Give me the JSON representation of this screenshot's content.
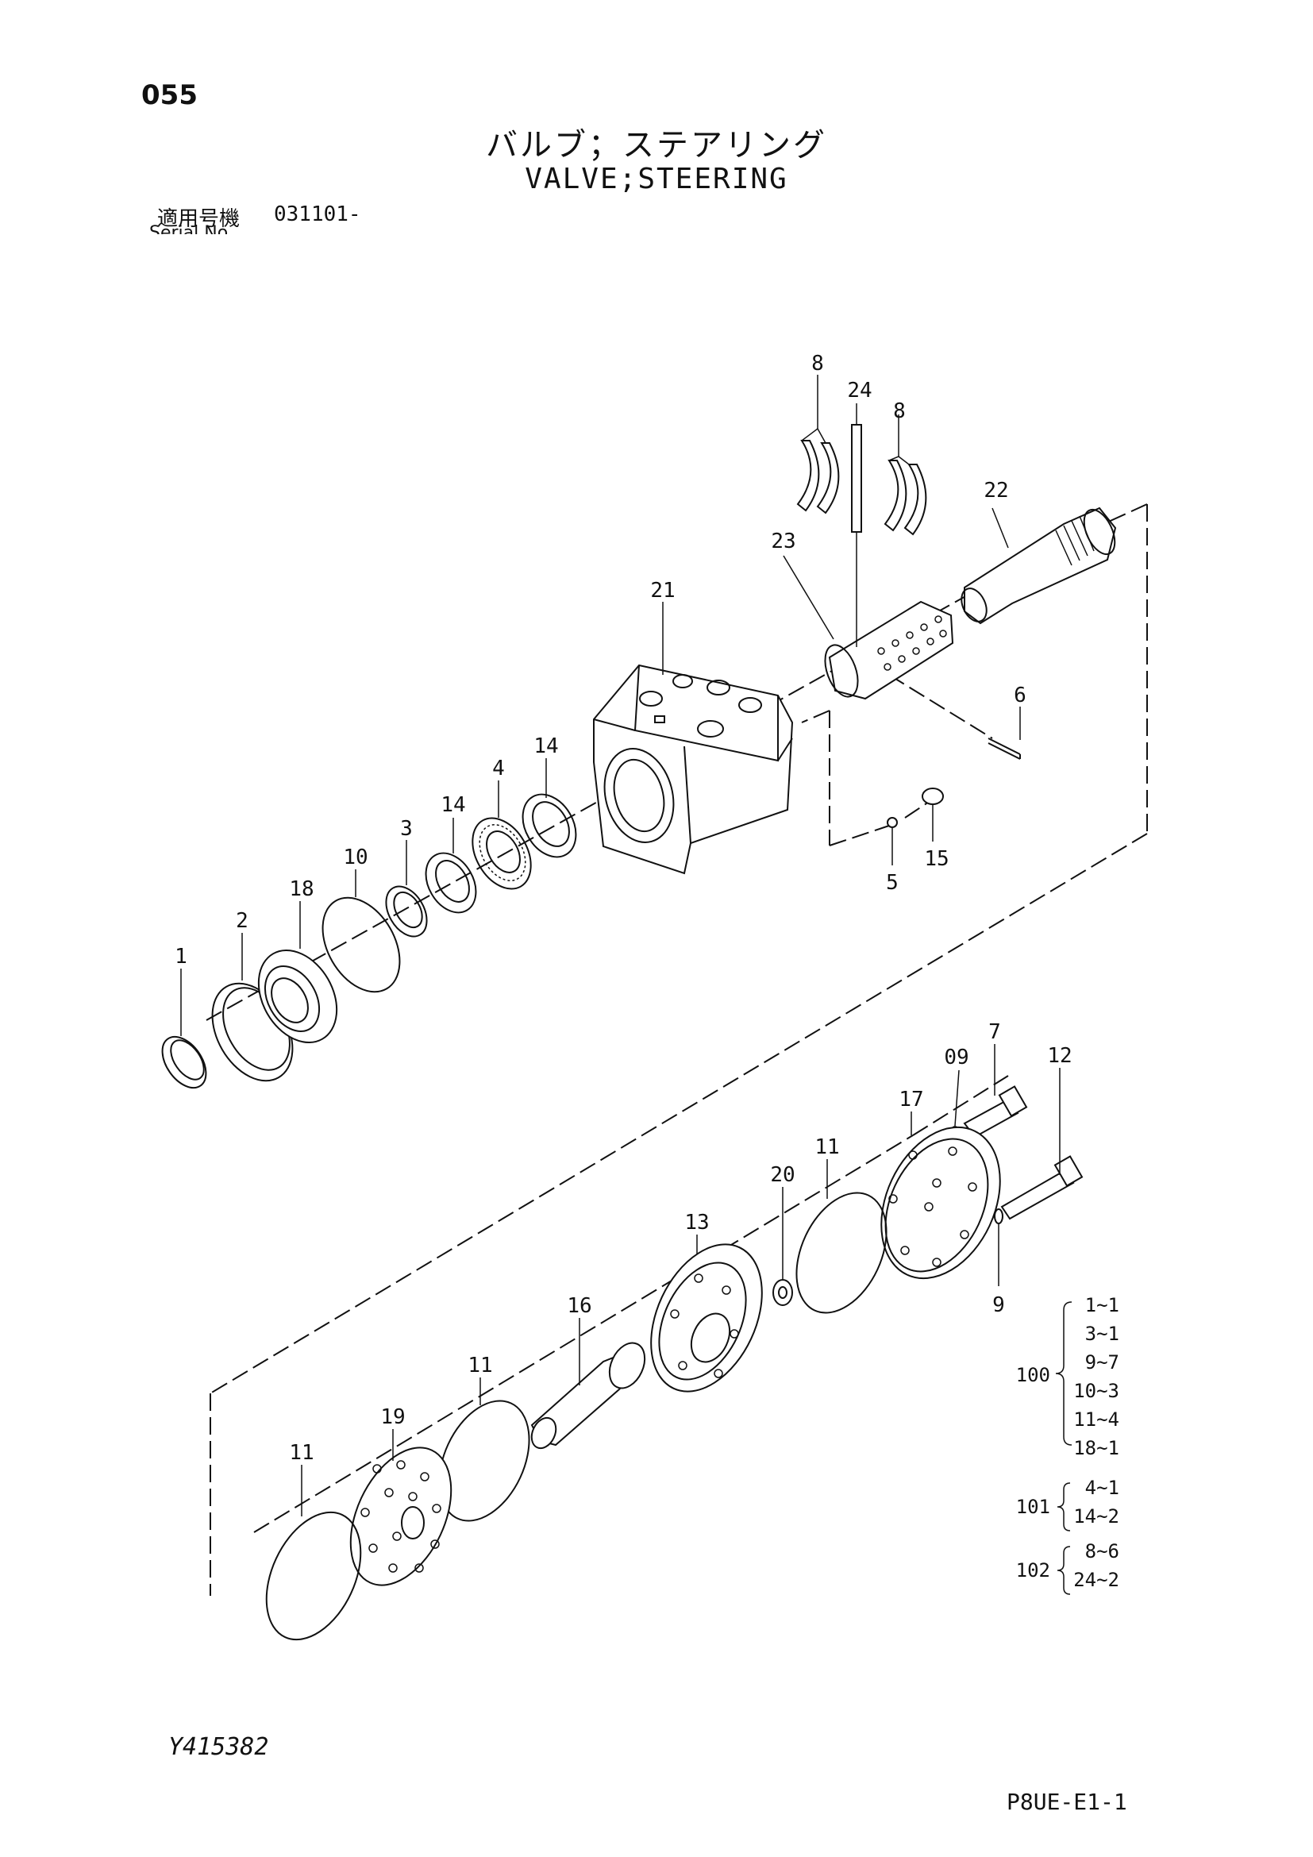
{
  "header": {
    "page_number": "055",
    "title_jp": "バルブ；ステアリング",
    "title_en": "VALVE;STEERING",
    "serial_label": "適用号機",
    "serial_value": "031101-",
    "serial_sublabel": "Serial No."
  },
  "callouts": [
    "8",
    "24",
    "8",
    "22",
    "23",
    "21",
    "6",
    "14",
    "4",
    "14",
    "3",
    "10",
    "18",
    "2",
    "1",
    "5",
    "15",
    "7",
    "09",
    "12",
    "17",
    "11",
    "20",
    "13",
    "9",
    "16",
    "11",
    "19",
    "11"
  ],
  "kits": [
    {
      "number": "100",
      "items": [
        "1~1",
        "3~1",
        "9~7",
        "10~3",
        "11~4",
        "18~1"
      ]
    },
    {
      "number": "101",
      "items": [
        "4~1",
        "14~2"
      ]
    },
    {
      "number": "102",
      "items": [
        "8~6",
        "24~2"
      ]
    }
  ],
  "footer": {
    "doc_id": "Y415382",
    "page_code": "P8UE-E1-1"
  }
}
